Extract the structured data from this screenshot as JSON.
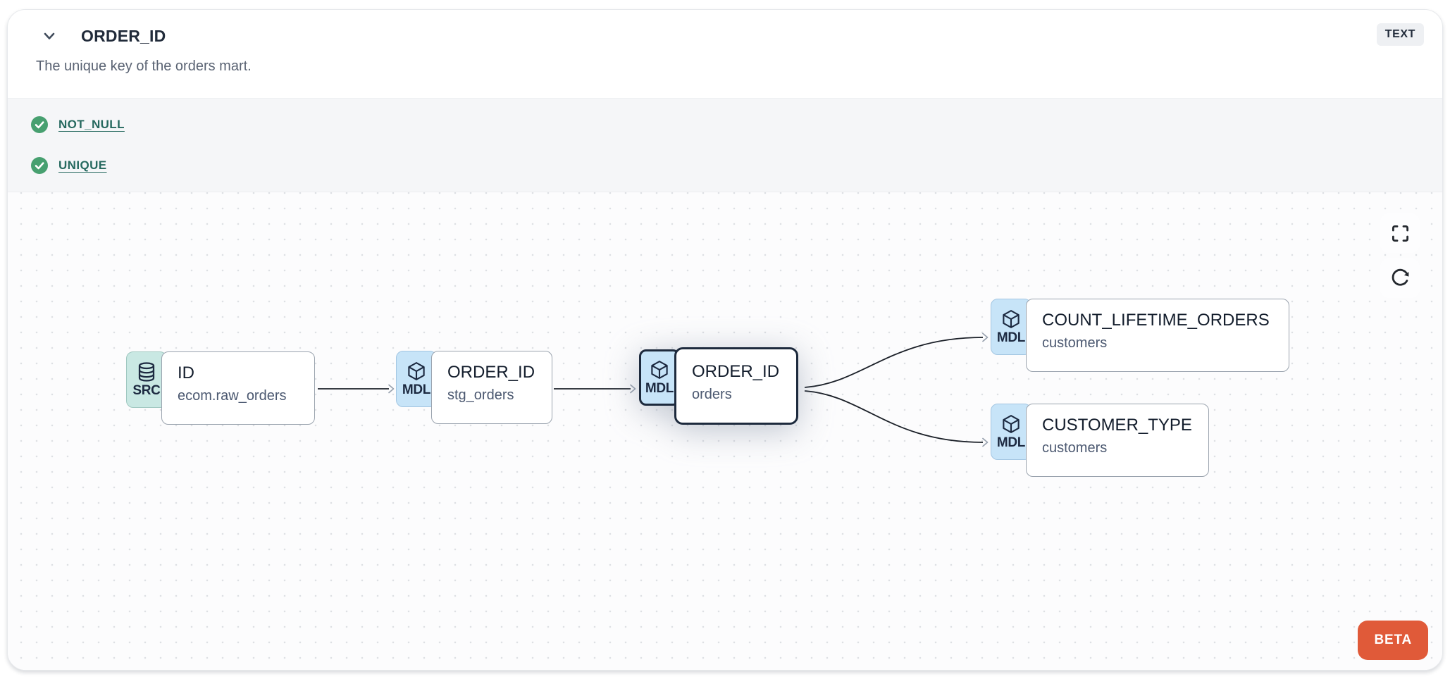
{
  "header": {
    "collapse_icon": "chevron-down-icon",
    "title": "ORDER_ID",
    "type_badge": "TEXT",
    "description": "The unique key of the orders mart."
  },
  "tests": {
    "items": [
      {
        "status_icon": "check-circle-icon",
        "status": "pass",
        "label": "NOT_NULL"
      },
      {
        "status_icon": "check-circle-icon",
        "status": "pass",
        "label": "UNIQUE"
      }
    ]
  },
  "lineage": {
    "nodes": [
      {
        "badge": "SRC",
        "icon": "database-icon",
        "title": "ID",
        "subtitle": "ecom.raw_orders",
        "selected": false
      },
      {
        "badge": "MDL",
        "icon": "cube-icon",
        "title": "ORDER_ID",
        "subtitle": "stg_orders",
        "selected": false
      },
      {
        "badge": "MDL",
        "icon": "cube-icon",
        "title": "ORDER_ID",
        "subtitle": "orders",
        "selected": true
      },
      {
        "badge": "MDL",
        "icon": "cube-icon",
        "title": "COUNT_LIFETIME_ORDERS",
        "subtitle": "customers",
        "selected": false
      },
      {
        "badge": "MDL",
        "icon": "cube-icon",
        "title": "CUSTOMER_TYPE",
        "subtitle": "customers",
        "selected": false
      }
    ],
    "edges": [
      {
        "from": 0,
        "to": 1
      },
      {
        "from": 1,
        "to": 2
      },
      {
        "from": 2,
        "to": 3
      },
      {
        "from": 2,
        "to": 4
      }
    ],
    "controls": [
      {
        "icon": "fullscreen-icon"
      },
      {
        "icon": "refresh-icon"
      }
    ]
  },
  "beta_badge": "BETA",
  "colors": {
    "accent_orange": "#E05A39",
    "badge_src_bg": "#C9E8E3",
    "badge_mdl_bg": "#C7E4F8",
    "test_pass_green": "#47A070",
    "link_teal": "#26695F",
    "selected_border": "#1D2A3D",
    "node_border": "#9AA3AE"
  }
}
